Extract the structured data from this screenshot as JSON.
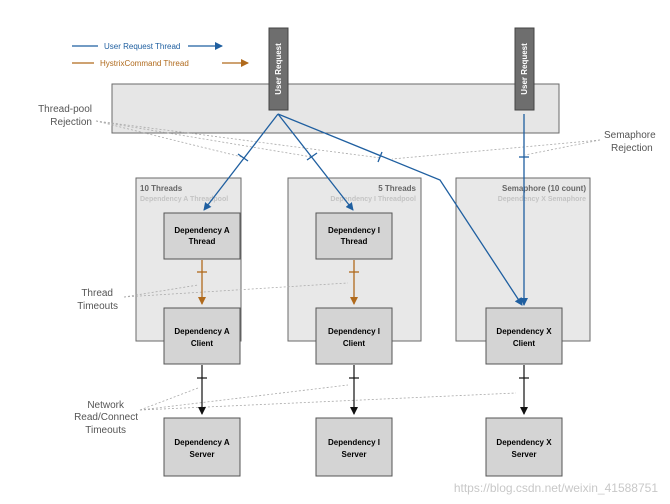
{
  "legend": {
    "user_request_thread": "User Request Thread",
    "hystrix_command_thread": "HystrixCommand Thread"
  },
  "colors": {
    "user_request": "#1f5fa0",
    "hystrix_command": "#b06a1c",
    "user_request_box": "#6e6e6e",
    "pool_fill": "#e8e8e8",
    "box_fill": "#d4d4d4"
  },
  "user_request_label": "User Request",
  "annotations": {
    "thread_pool_rejection": [
      "Thread-pool",
      "Rejection"
    ],
    "semaphore_rejection": [
      "Semaphore",
      "Rejection"
    ],
    "thread_timeouts": [
      "Thread",
      "Timeouts"
    ],
    "network_timeouts": [
      "Network",
      "Read/Connect",
      "Timeouts"
    ]
  },
  "pools": [
    {
      "title": "10 Threads",
      "subtitle": "Dependency A Threadpool"
    },
    {
      "title": "5 Threads",
      "subtitle": "Dependency I Threadpool"
    },
    {
      "title": "Semaphore (10 count)",
      "subtitle": "Dependency X Semaphore"
    }
  ],
  "thread_boxes": [
    {
      "line1": "Dependency A",
      "line2": "Thread"
    },
    {
      "line1": "Dependency I",
      "line2": "Thread"
    }
  ],
  "client_boxes": [
    {
      "line1": "Dependency A",
      "line2": "Client"
    },
    {
      "line1": "Dependency I",
      "line2": "Client"
    },
    {
      "line1": "Dependency X",
      "line2": "Client"
    }
  ],
  "server_boxes": [
    {
      "line1": "Dependency A",
      "line2": "Server"
    },
    {
      "line1": "Dependency I",
      "line2": "Server"
    },
    {
      "line1": "Dependency X",
      "line2": "Server"
    }
  ],
  "watermark": "https://blog.csdn.net/weixin_41588751"
}
